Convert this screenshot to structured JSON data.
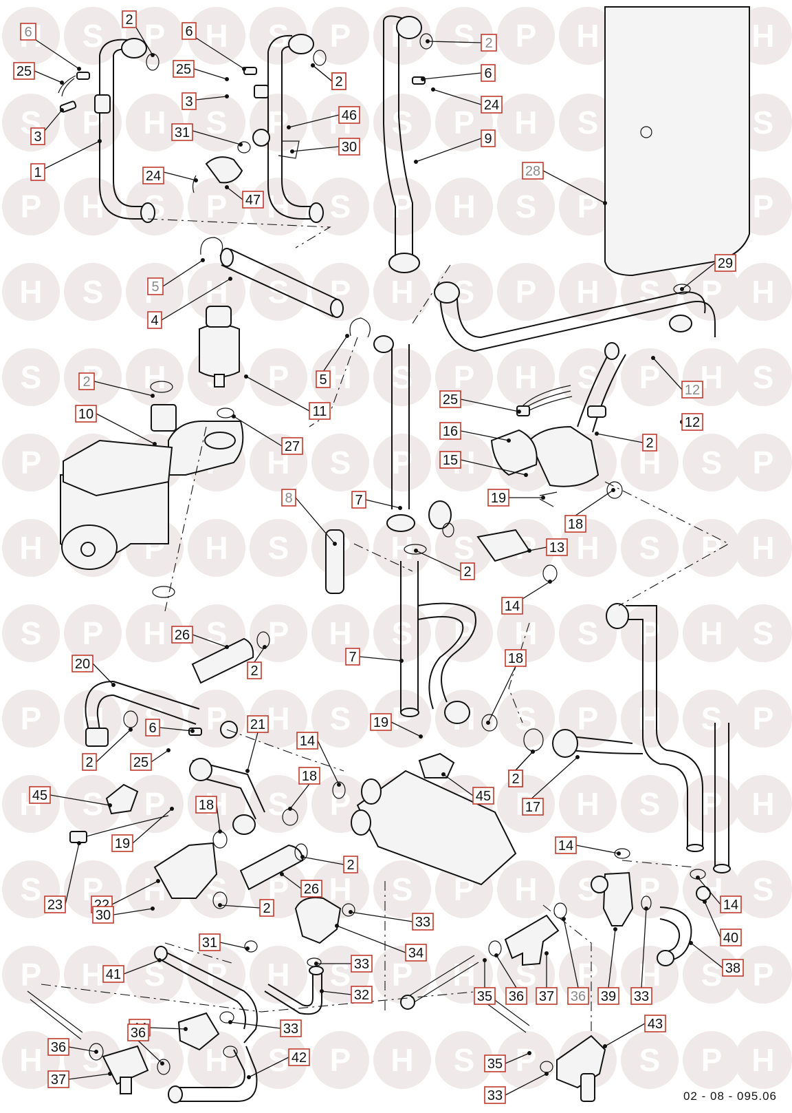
{
  "diagram": {
    "code": "02 - 08 - 095.06",
    "watermark_letters": [
      "H",
      "S",
      "P"
    ],
    "label_border_color": "#c0392b",
    "labels": [
      {
        "id": "L1",
        "text": "6",
        "grey": true
      },
      {
        "id": "L2",
        "text": "25"
      },
      {
        "id": "L3",
        "text": "3"
      },
      {
        "id": "L4",
        "text": "1"
      },
      {
        "id": "L5",
        "text": "2"
      },
      {
        "id": "L6",
        "text": "6"
      },
      {
        "id": "L7",
        "text": "25"
      },
      {
        "id": "L8",
        "text": "3"
      },
      {
        "id": "L9",
        "text": "31"
      },
      {
        "id": "L10",
        "text": "24"
      },
      {
        "id": "L11",
        "text": "47"
      },
      {
        "id": "L12",
        "text": "2"
      },
      {
        "id": "L13",
        "text": "46"
      },
      {
        "id": "L14",
        "text": "30"
      },
      {
        "id": "L15",
        "text": "2",
        "grey": true
      },
      {
        "id": "L16",
        "text": "6"
      },
      {
        "id": "L17",
        "text": "2"
      },
      {
        "id": "L18",
        "text": "24"
      },
      {
        "id": "L19",
        "text": "9"
      },
      {
        "id": "L20",
        "text": "28",
        "grey": true
      },
      {
        "id": "L21",
        "text": "29"
      },
      {
        "id": "L22",
        "text": "5",
        "grey": true
      },
      {
        "id": "L23",
        "text": "4"
      },
      {
        "id": "L24",
        "text": "5"
      },
      {
        "id": "L25",
        "text": "2",
        "grey": true
      },
      {
        "id": "L26",
        "text": "10"
      },
      {
        "id": "L27",
        "text": "11"
      },
      {
        "id": "L28",
        "text": "27"
      },
      {
        "id": "L29",
        "text": "12",
        "grey": true
      },
      {
        "id": "L30",
        "text": "12"
      },
      {
        "id": "L31",
        "text": "25"
      },
      {
        "id": "L32",
        "text": "16"
      },
      {
        "id": "L33",
        "text": "2"
      },
      {
        "id": "L34",
        "text": "15"
      },
      {
        "id": "L35",
        "text": "19"
      },
      {
        "id": "L36",
        "text": "18"
      },
      {
        "id": "L37",
        "text": "8",
        "grey": true
      },
      {
        "id": "L38",
        "text": "7"
      },
      {
        "id": "L39",
        "text": "13"
      },
      {
        "id": "L40",
        "text": "2"
      },
      {
        "id": "L41",
        "text": "14"
      },
      {
        "id": "L42",
        "text": "2"
      },
      {
        "id": "L43",
        "text": "26"
      },
      {
        "id": "L44",
        "text": "7"
      },
      {
        "id": "L45",
        "text": "20"
      },
      {
        "id": "L46",
        "text": "2"
      },
      {
        "id": "L47",
        "text": "18"
      },
      {
        "id": "L48",
        "text": "6"
      },
      {
        "id": "L49",
        "text": "21"
      },
      {
        "id": "L50",
        "text": "19"
      },
      {
        "id": "L51",
        "text": "14"
      },
      {
        "id": "L52",
        "text": "2"
      },
      {
        "id": "L53",
        "text": "25"
      },
      {
        "id": "L54",
        "text": "45"
      },
      {
        "id": "L55",
        "text": "18"
      },
      {
        "id": "L56",
        "text": "18"
      },
      {
        "id": "L57",
        "text": "45"
      },
      {
        "id": "L58",
        "text": "2"
      },
      {
        "id": "L59",
        "text": "17"
      },
      {
        "id": "L60",
        "text": "19"
      },
      {
        "id": "L61",
        "text": "2"
      },
      {
        "id": "L62",
        "text": "14"
      },
      {
        "id": "L63",
        "text": "23"
      },
      {
        "id": "L64",
        "text": "22"
      },
      {
        "id": "L65",
        "text": "26"
      },
      {
        "id": "L66",
        "text": "2"
      },
      {
        "id": "L67",
        "text": "33"
      },
      {
        "id": "L68",
        "text": "14"
      },
      {
        "id": "L69",
        "text": "40"
      },
      {
        "id": "L70",
        "text": "30"
      },
      {
        "id": "L71",
        "text": "34"
      },
      {
        "id": "L72",
        "text": "31"
      },
      {
        "id": "L73",
        "text": "33"
      },
      {
        "id": "L74",
        "text": "38"
      },
      {
        "id": "L75",
        "text": "41"
      },
      {
        "id": "L76",
        "text": "32"
      },
      {
        "id": "L77",
        "text": "35"
      },
      {
        "id": "L78",
        "text": "36"
      },
      {
        "id": "L79",
        "text": "37"
      },
      {
        "id": "L80",
        "text": "36",
        "grey": true
      },
      {
        "id": "L81",
        "text": "39"
      },
      {
        "id": "L82",
        "text": "33"
      },
      {
        "id": "L83",
        "text": "44"
      },
      {
        "id": "L84",
        "text": "33"
      },
      {
        "id": "L85",
        "text": "36"
      },
      {
        "id": "L86",
        "text": "43"
      },
      {
        "id": "L87",
        "text": "36"
      },
      {
        "id": "L88",
        "text": "42"
      },
      {
        "id": "L89",
        "text": "35"
      },
      {
        "id": "L90",
        "text": "37"
      },
      {
        "id": "L91",
        "text": "33"
      }
    ]
  }
}
